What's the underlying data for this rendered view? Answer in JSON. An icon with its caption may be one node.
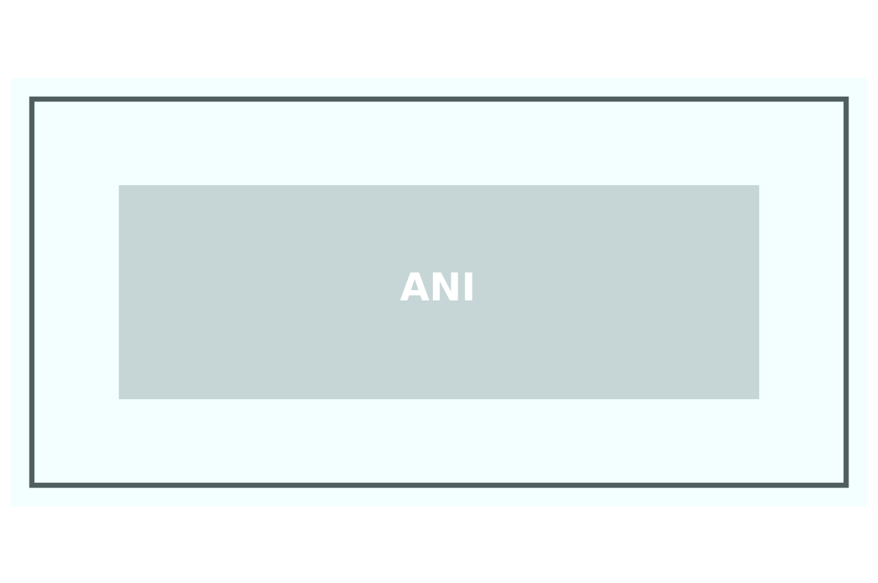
{
  "diagram": {
    "nodes": [
      {
        "text": [],
        "shape": "box"
      },
      {
        "text": [
          "ANI"
        ],
        "in": 0
      }
    ]
  }
}
